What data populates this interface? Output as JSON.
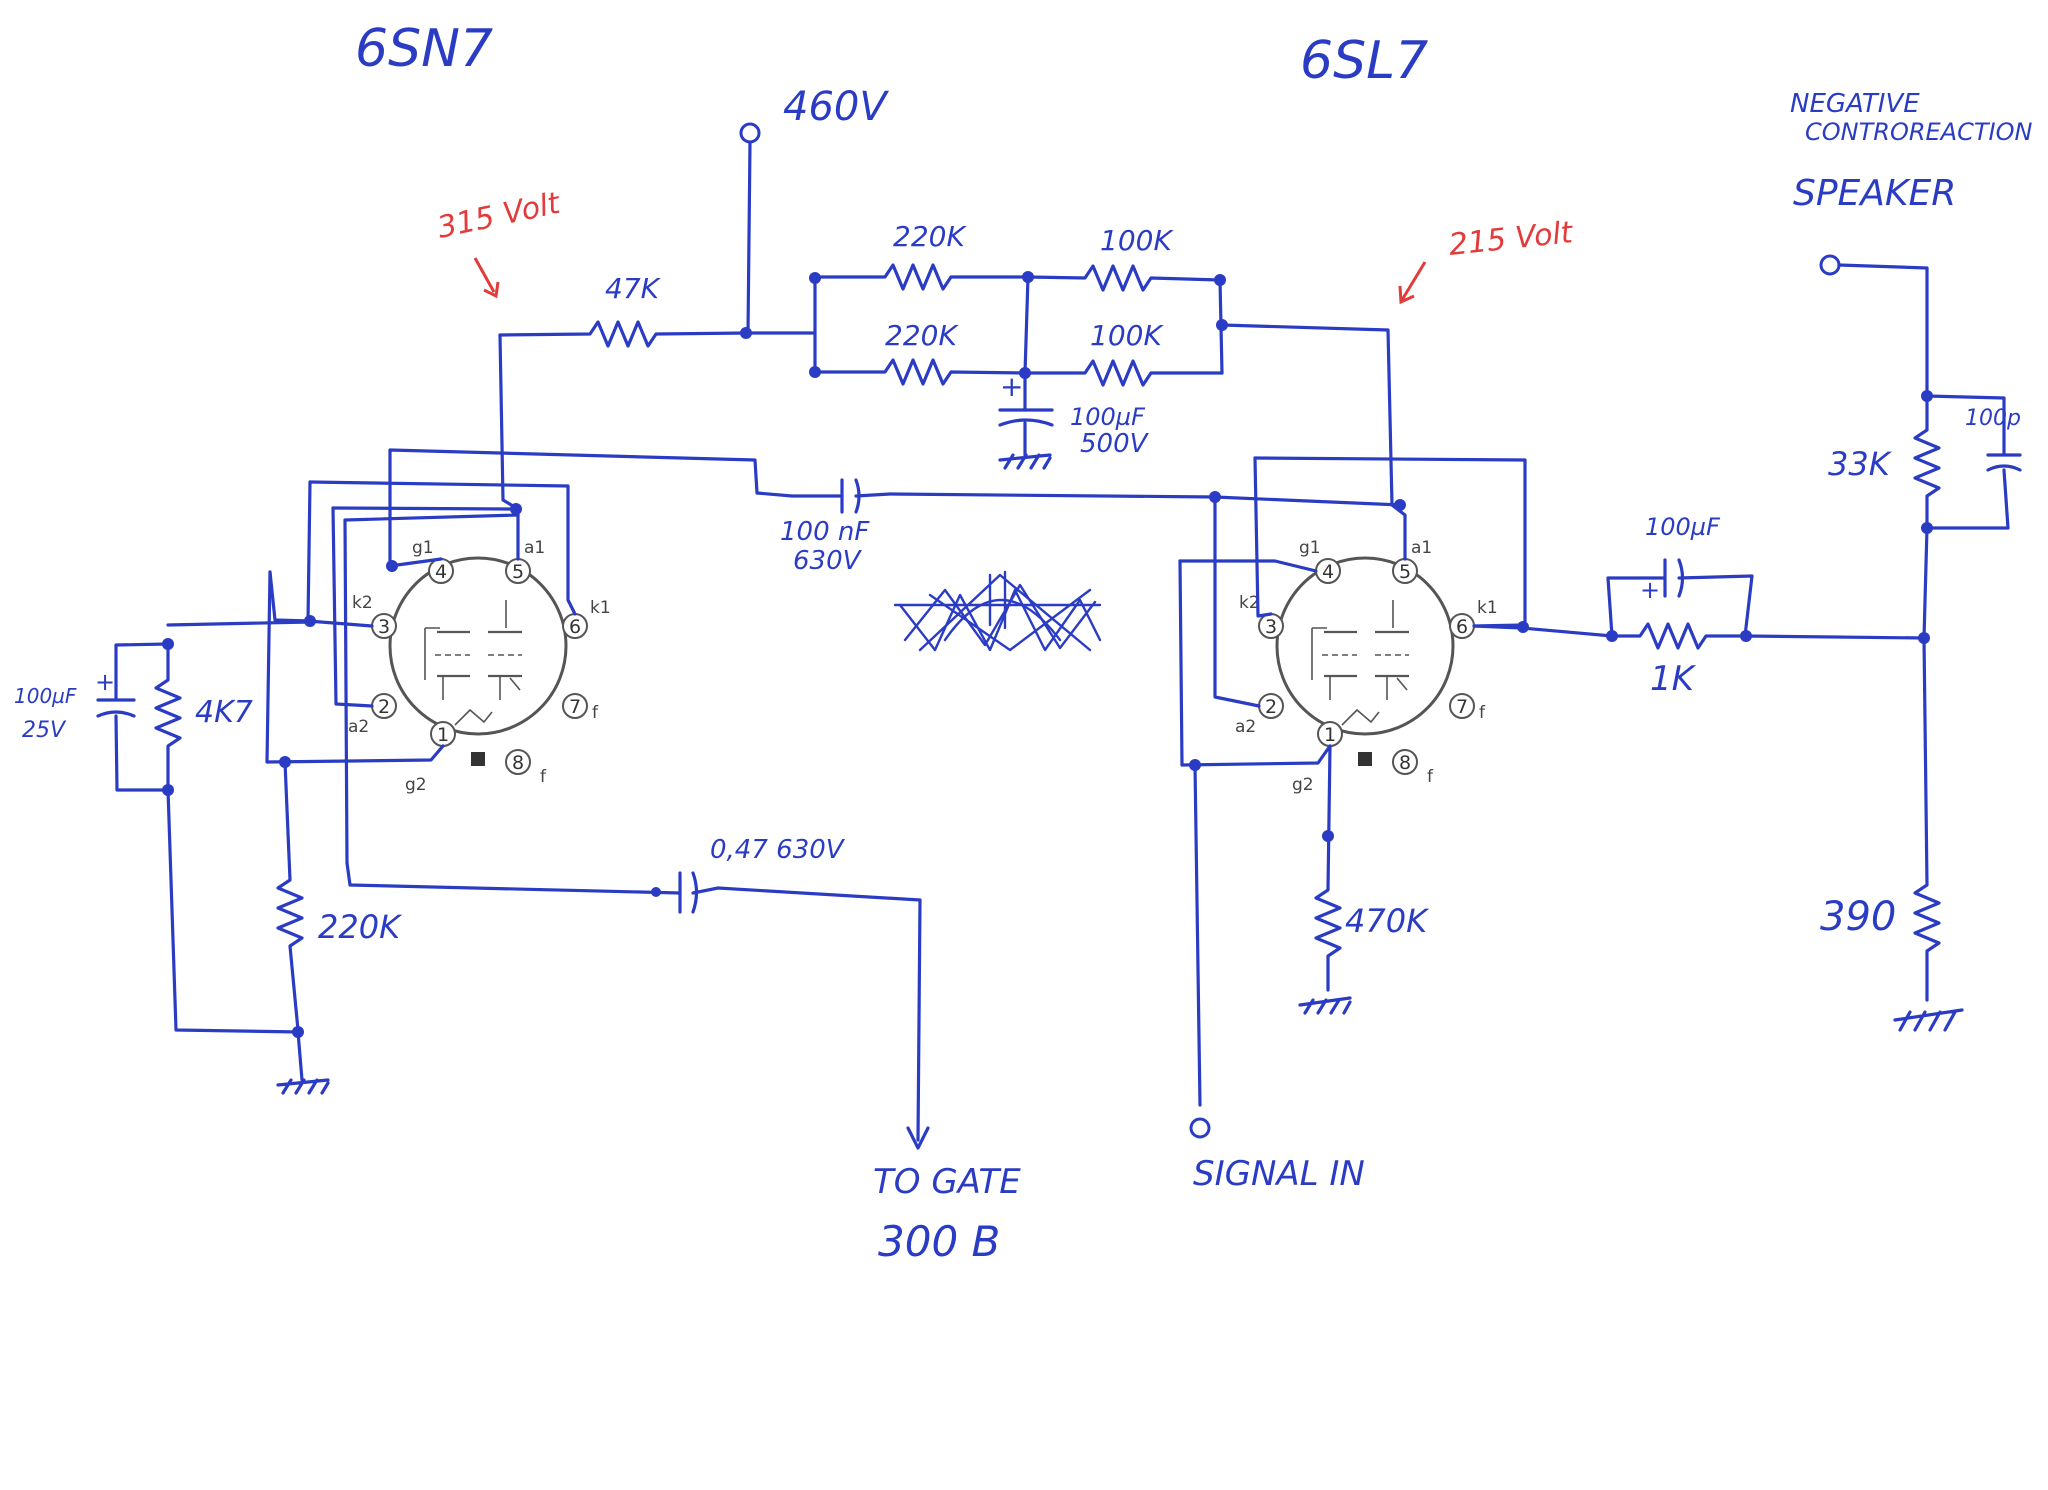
{
  "tubes": {
    "left_title": "6SN7",
    "right_title": "6SL7",
    "pin_numbers": [
      "1",
      "2",
      "3",
      "4",
      "5",
      "6",
      "7",
      "8"
    ],
    "pin_labels": {
      "g1": "g1",
      "a1": "a1",
      "k1": "k1",
      "k2": "k2",
      "a2": "a2",
      "g2": "g2",
      "f": "f"
    }
  },
  "supply": {
    "b_plus": "460V",
    "left_voltage_note": "315 Volt",
    "right_voltage_note": "215 Volt"
  },
  "components": {
    "r_feed": "47K",
    "r_220k_top": "220K",
    "r_220k_bottom": "220K",
    "r_100k_top": "100K",
    "r_100k_bottom": "100K",
    "c_supply": "100µF",
    "c_supply_v": "500V",
    "c_coupling_top": "100 nF",
    "c_coupling_top_v": "630V",
    "c_cathode_left": "100µF",
    "c_cathode_left_v": "25V",
    "r_cathode_left": "4K7",
    "r_grid_left": "220K",
    "c_output": "0,47 630V",
    "c_cathode_right": "100µF",
    "r_cathode_right": "1K",
    "r_grid_right": "470K",
    "r_feedback": "33K",
    "c_feedback": "100p",
    "r_shunt": "390"
  },
  "labels": {
    "to_gate": "TO GATE",
    "to_gate_tube": "300 B",
    "signal_in": "SIGNAL IN",
    "negative": "NEGATIVE",
    "controreaction": "CONTROREACTION",
    "speaker": "SPEAKER"
  },
  "colors": {
    "ink": "#2b3cc4",
    "annotation": "#e23b3b",
    "tube_outline": "#555555"
  }
}
